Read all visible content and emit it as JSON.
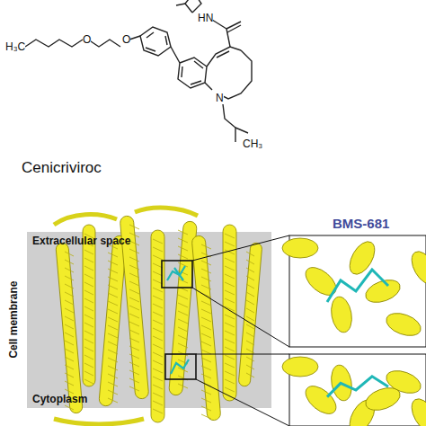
{
  "diagram": {
    "nodes": [
      {
        "text": [
          "BMS-681"
        ]
      }
    ],
    "labels": [
      "H₃C",
      "O",
      "O",
      "HN",
      "N",
      "CH₃",
      "Cenicriviroc",
      "Extracellular space",
      "Cell membrane",
      "Cytoplasm"
    ]
  }
}
